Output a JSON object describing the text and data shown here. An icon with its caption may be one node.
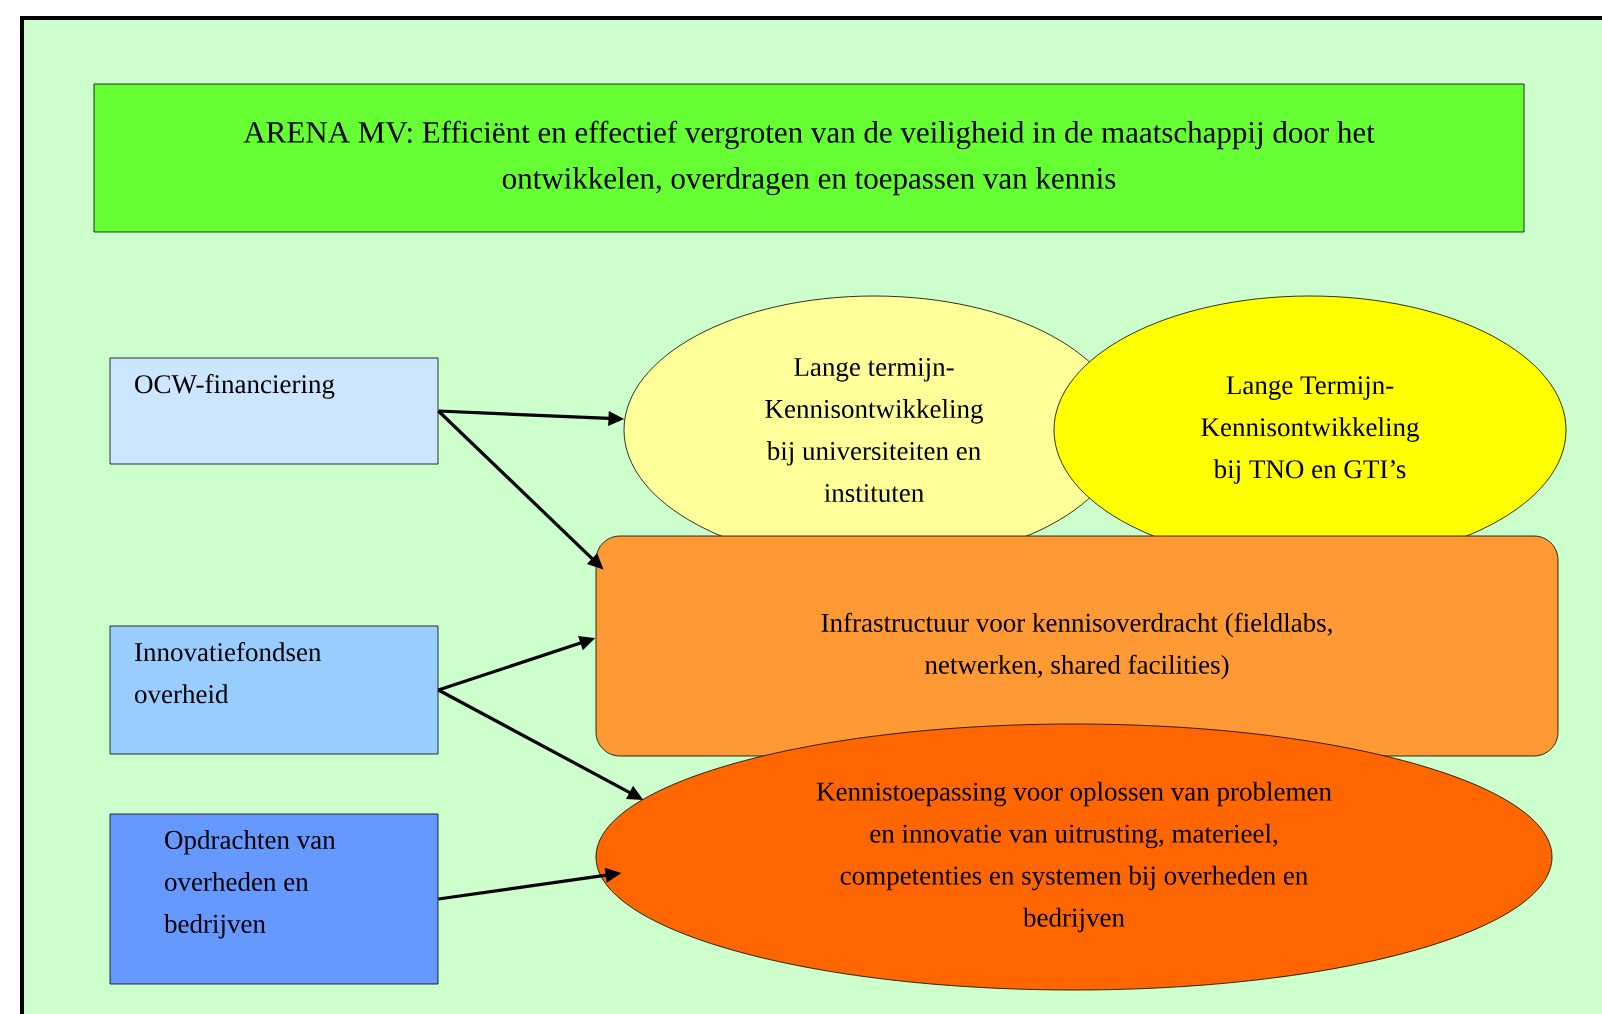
{
  "diagram": {
    "nodes": [
      {
        "text": [
          "ARENA MV: Efficiënt en effectief vergroten van de veiligheid in de maatschappij door het ontwikkelen, overdragen en toepassen van kennis"
        ]
      },
      {
        "text": [
          "OCW-financiering"
        ]
      },
      {
        "text": [
          "Lange termijn-Kennisontwikkeling bij universiteiten en instituten"
        ]
      },
      {
        "text": [
          "Lange Termijn-Kennisontwikkeling bij TNO en GTI’s"
        ]
      },
      {
        "text": [
          "Infrastructuur voor kennisoverdracht (fieldlabs, netwerken, shared facilities)"
        ]
      },
      {
        "text": [
          "Innovatiefondsen overheid"
        ]
      },
      {
        "text": [
          "Kennistoepassing voor oplossen van problemen en innovatie van uitrusting, materieel, competenties en systemen bij overheden en bedrijven"
        ]
      },
      {
        "text": [
          "Opdrachten van overheden en bedrijven"
        ]
      }
    ],
    "edges": [
      {
        "from": 1,
        "to": 2,
        "arrow": "to"
      },
      {
        "from": 1,
        "to": 4,
        "arrow": "to"
      },
      {
        "from": 5,
        "to": 4,
        "arrow": "to"
      },
      {
        "from": 5,
        "to": 6,
        "arrow": "to"
      },
      {
        "from": 7,
        "to": 6,
        "arrow": "to"
      }
    ]
  }
}
